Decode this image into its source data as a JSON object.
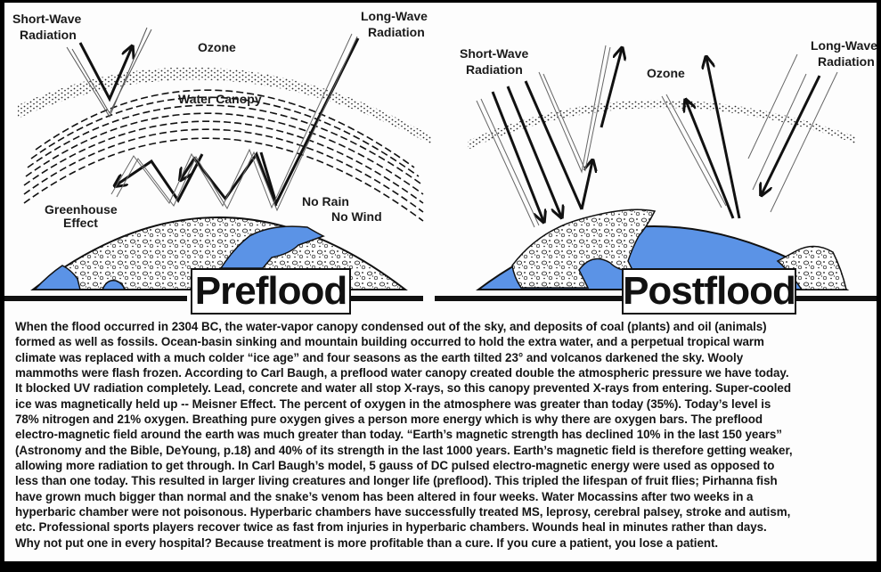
{
  "colors": {
    "frame": "#000000",
    "background": "#fdfdfd",
    "ocean": "#5b93e6",
    "ink": "#111111"
  },
  "preflood": {
    "title": "Preflood",
    "labels": {
      "short_wave_line1": "Short-Wave",
      "short_wave_line2": "Radiation",
      "long_wave_line1": "Long-Wave",
      "long_wave_line2": "Radiation",
      "ozone": "Ozone",
      "water_canopy": "Water Canopy",
      "greenhouse_line1": "Greenhouse",
      "greenhouse_line2": "Effect",
      "no_rain": "No Rain",
      "no_wind": "No Wind"
    }
  },
  "postflood": {
    "title": "Postflood",
    "labels": {
      "short_wave_line1": "Short-Wave",
      "short_wave_line2": "Radiation",
      "long_wave_line1": "Long-Wave",
      "long_wave_line2": "Radiation",
      "ozone": "Ozone"
    }
  },
  "body_text": {
    "lines": [
      "When the flood occurred in 2304 BC, the water-vapor canopy condensed out of the sky, and deposits of coal (plants) and oil (animals)",
      "formed as well as fossils.  Ocean-basin sinking and mountain building occurred to hold the extra water, and a perpetual tropical warm",
      "climate was replaced with a much colder “ice age” and four seasons as the earth tilted 23° and volcanos darkened the sky.  Wooly",
      "mammoths were flash frozen.  According to Carl Baugh, a preflood water canopy created double the atmospheric pressure we have today.",
      "It blocked UV radiation completely.  Lead, concrete and water all stop X-rays, so this canopy prevented X-rays from entering.  Super-cooled",
      "ice was magnetically held up -- Meisner Effect.  The percent of oxygen in the atmosphere was greater than today (35%).  Today’s level is",
      "78% nitrogen and 21% oxygen.  Breathing pure oxygen gives a person more energy which is why there are oxygen bars.  The preflood",
      "electro-magnetic field around the earth was much greater than today.  “Earth’s magnetic strength has declined 10% in the last 150 years”",
      "(Astronomy and the Bible, DeYoung, p.18) and 40% of its strength in the last 1000 years.  Earth’s magnetic field is therefore getting weaker,",
      "allowing more radiation to get through.  In Carl Baugh’s model, 5 gauss of DC pulsed electro-magnetic energy were used as opposed to",
      "less than one today.  This resulted in larger living creatures and longer life (preflood).  This tripled the lifespan of fruit flies; Pirhanna fish",
      "have grown much bigger than normal and the snake’s venom has been altered in four weeks.  Water Mocassins after two weeks in a",
      "hyperbaric chamber were not poisonous.  Hyperbaric chambers have successfully treated MS, leprosy, cerebral palsey, stroke and autism,",
      "etc.  Professional sports players recover twice as fast from injuries  in hyperbaric chambers.  Wounds heal in minutes rather than days.",
      "Why not put one in every hospital?  Because treatment is more profitable than a cure.  If you cure a patient, you lose a patient."
    ]
  }
}
